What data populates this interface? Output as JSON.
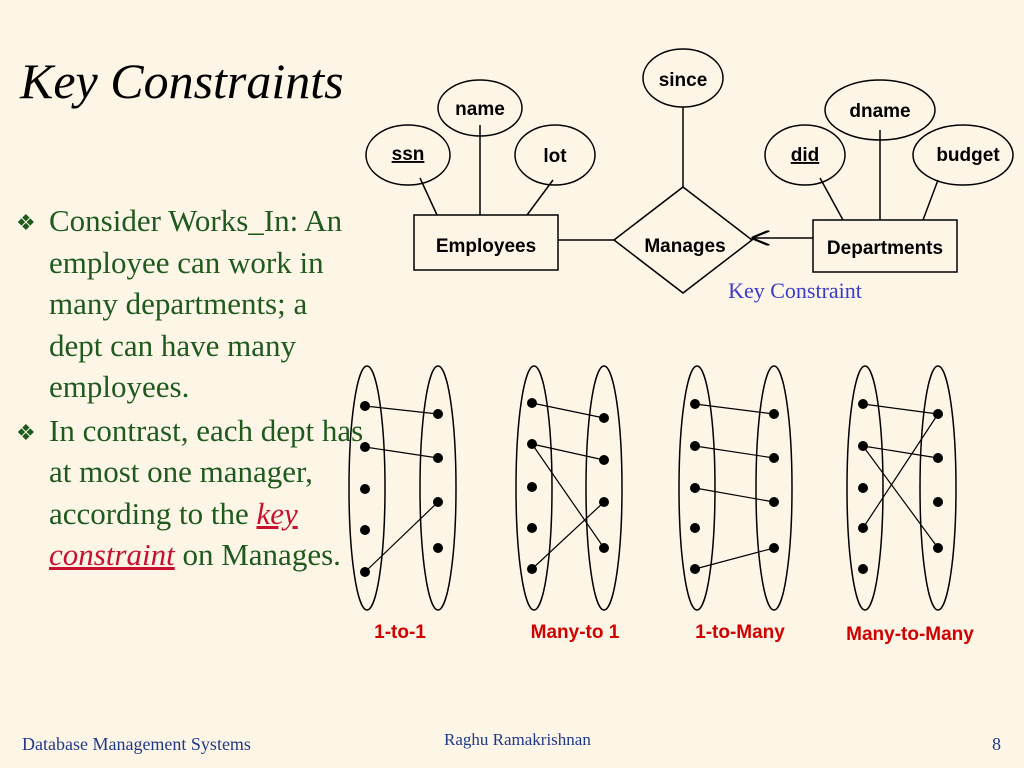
{
  "title": "Key Constraints",
  "bullets": [
    {
      "text": "Consider Works_In: An employee can work in many departments; a dept can have many employees."
    },
    {
      "pre": "In contrast, each dept has at most one manager, according to the ",
      "link": "key constraint",
      "post": " on Manages."
    }
  ],
  "er": {
    "entities": [
      "Employees",
      "Departments"
    ],
    "relationship": "Manages",
    "attributes": {
      "ssn": "ssn",
      "name": "name",
      "lot": "lot",
      "since": "since",
      "did": "did",
      "dname": "dname",
      "budget": "budget"
    },
    "key_label": "Key Constraint"
  },
  "mappings": [
    {
      "label": "1-to-1"
    },
    {
      "label": "Many-to 1"
    },
    {
      "label": "1-to-Many"
    },
    {
      "label": "Many-to-Many"
    }
  ],
  "footer": {
    "left": "Database Management Systems",
    "center": "Raghu Ramakrishnan",
    "right": "8"
  },
  "colors": {
    "background": "#fdf5e6",
    "bullet_text": "#1e5a1e",
    "accent_red": "#d00000",
    "key_blue": "#3a3acc",
    "footer": "#1e3a8a"
  }
}
